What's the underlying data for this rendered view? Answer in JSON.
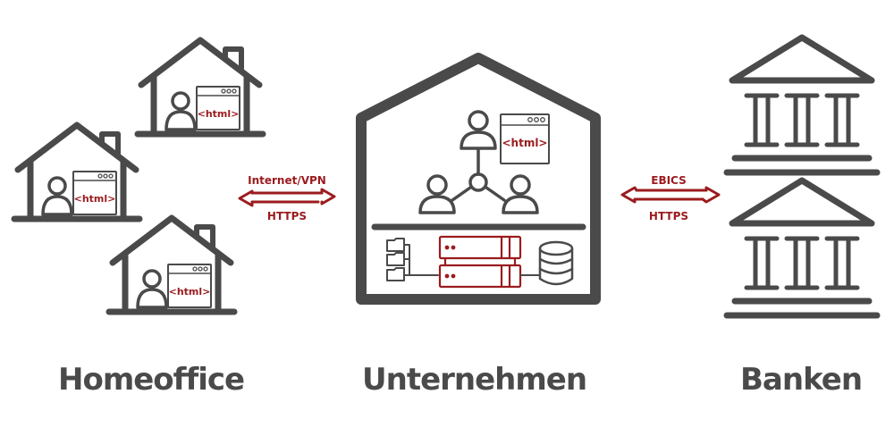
{
  "title": "Homeoffice – Unternehmen – Banken",
  "colors": {
    "accent": "#9b1b1e",
    "icon": "#4a4a4a",
    "background": "#ffffff"
  },
  "groups": {
    "homeoffice": {
      "label": "Homeoffice",
      "houses": [
        {
          "icon": "house-icon",
          "user": "user-icon",
          "window_text": "<html>"
        },
        {
          "icon": "house-icon",
          "user": "user-icon",
          "window_text": "<html>"
        },
        {
          "icon": "house-icon",
          "user": "user-icon",
          "window_text": "<html>"
        }
      ]
    },
    "unternehmen": {
      "label": "Unternehmen",
      "window_text": "<html>",
      "icons": [
        "company-building-icon",
        "user-network-icon",
        "browser-window-icon",
        "folder-tree-icon",
        "server-icon",
        "database-icon"
      ]
    },
    "banken": {
      "label": "Banken",
      "icons": [
        "bank-icon",
        "bank-icon"
      ]
    }
  },
  "connections": {
    "left": {
      "top_label": "Internet/VPN",
      "bottom_label": "HTTPS"
    },
    "right": {
      "top_label": "EBICS",
      "bottom_label": "HTTPS"
    }
  }
}
